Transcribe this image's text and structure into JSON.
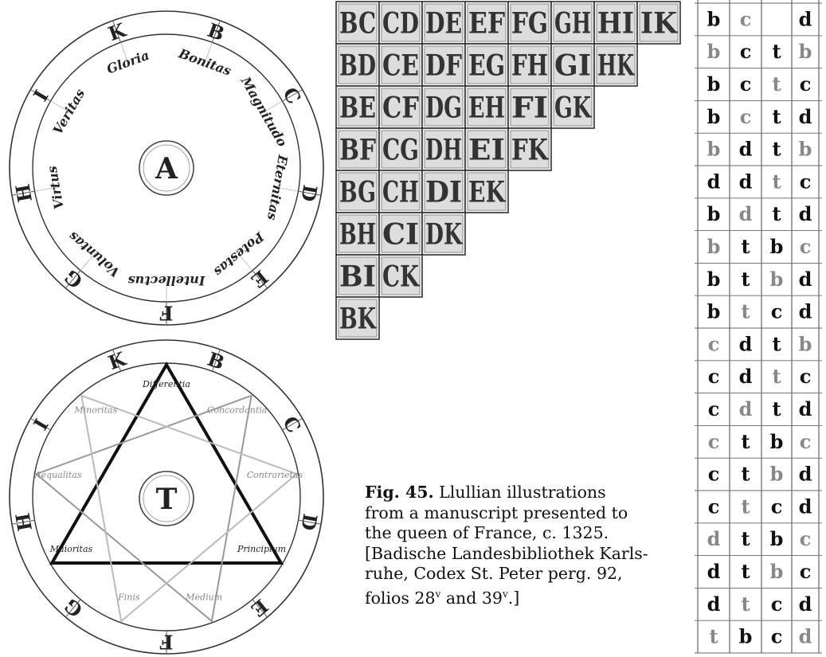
{
  "figure_a": {
    "center_letter": "A",
    "outer_letters": [
      "B",
      "C",
      "D",
      "E",
      "F",
      "G",
      "H",
      "I",
      "K"
    ],
    "dignities": [
      "Bonitas",
      "Magnitudo",
      "Eternitas",
      "Potestas",
      "Intellectus",
      "Voluntas",
      "Virtus",
      "Veritas",
      "Gloria"
    ]
  },
  "figure_t": {
    "center_letter": "T",
    "outer_letters": [
      "B",
      "C",
      "D",
      "E",
      "F",
      "G",
      "H",
      "I",
      "K"
    ],
    "triangle_labels": [
      "Differentia",
      "Concordantia",
      "Contrarietas",
      "Principium",
      "Medium",
      "Finis",
      "Maioritas",
      "Aequalitas",
      "Minoritas"
    ]
  },
  "half_matrix": {
    "rows": [
      [
        "BC",
        "CD",
        "DE",
        "EF",
        "FG",
        "GH",
        "HI",
        "IK"
      ],
      [
        "BD",
        "CE",
        "DF",
        "EG",
        "FH",
        "GI",
        "HK"
      ],
      [
        "BE",
        "CF",
        "DG",
        "EH",
        "FI",
        "GK"
      ],
      [
        "BF",
        "CG",
        "DH",
        "EI",
        "FK"
      ],
      [
        "BG",
        "CH",
        "DI",
        "EK"
      ],
      [
        "BH",
        "CI",
        "DK"
      ],
      [
        "BI",
        "CK"
      ],
      [
        "BK"
      ]
    ]
  },
  "combo_table": {
    "rows": [
      [
        "b",
        "c",
        "",
        "d"
      ],
      [
        "b",
        "c",
        "t",
        "b"
      ],
      [
        "b",
        "c",
        "t",
        "c"
      ],
      [
        "b",
        "c",
        "t",
        "d"
      ],
      [
        "b",
        "d",
        "t",
        "b"
      ],
      [
        "d",
        "d",
        "t",
        "c"
      ],
      [
        "b",
        "d",
        "t",
        "d"
      ],
      [
        "b",
        "t",
        "b",
        "c"
      ],
      [
        "b",
        "t",
        "b",
        "d"
      ],
      [
        "b",
        "t",
        "c",
        "d"
      ],
      [
        "c",
        "d",
        "t",
        "b"
      ],
      [
        "c",
        "d",
        "t",
        "c"
      ],
      [
        "c",
        "d",
        "t",
        "d"
      ],
      [
        "c",
        "t",
        "b",
        "c"
      ],
      [
        "c",
        "t",
        "b",
        "d"
      ],
      [
        "c",
        "t",
        "c",
        "d"
      ],
      [
        "d",
        "t",
        "b",
        "c"
      ],
      [
        "d",
        "t",
        "b",
        "c"
      ],
      [
        "d",
        "t",
        "c",
        "d"
      ],
      [
        "t",
        "b",
        "c",
        "d"
      ]
    ]
  },
  "caption": {
    "label": "Fig. 45.",
    "line1": " Llullian illustrations",
    "line2": "from a manuscript presented to",
    "line3": "the queen of France, c. 1325.",
    "line4": "[Badische Landesbibliothek Karls-",
    "line5": "ruhe, Codex St. Peter perg. 92,",
    "line6_pre": "folios 28",
    "sup1": "v",
    "line6_mid": " and 39",
    "sup2": "v",
    "line6_post": ".]"
  }
}
